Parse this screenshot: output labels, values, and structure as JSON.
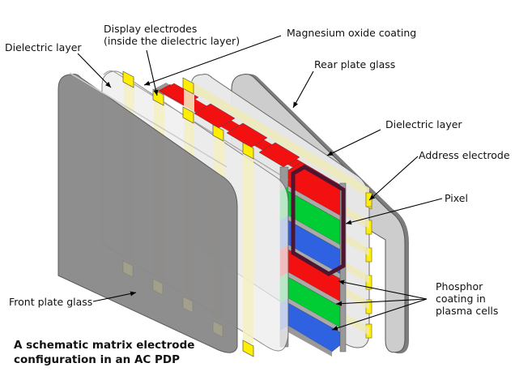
{
  "title": "A schematic matrix electrode configuration in an AC PDP",
  "caption": {
    "line1": "A schematic matrix electrode",
    "line2": "configuration in an AC PDP"
  },
  "labels": {
    "dielectric_front": "Dielectric layer",
    "display_electrodes_1": "Display electrodes",
    "display_electrodes_2": "(inside the dielectric layer)",
    "magnesium_oxide": "Magnesium oxide coating",
    "rear_plate_glass": "Rear plate glass",
    "dielectric_rear": "Dielectric layer",
    "address_electrode": "Address electrode",
    "pixel": "Pixel",
    "phosphor_1": "Phosphor",
    "phosphor_2": "coating in",
    "phosphor_3": "plasma cells",
    "front_plate_glass": "Front plate glass"
  },
  "colors": {
    "red_phosphor": "#f21010",
    "green_phosphor": "#00cc33",
    "blue_phosphor": "#2e62e0",
    "electrode": "#ffee00",
    "pixel_outline": "#4e1530",
    "front_glass": "#858585",
    "rear_glass": "#cccccc",
    "dielectric": "#e8e8e8",
    "rib": "#999999"
  }
}
